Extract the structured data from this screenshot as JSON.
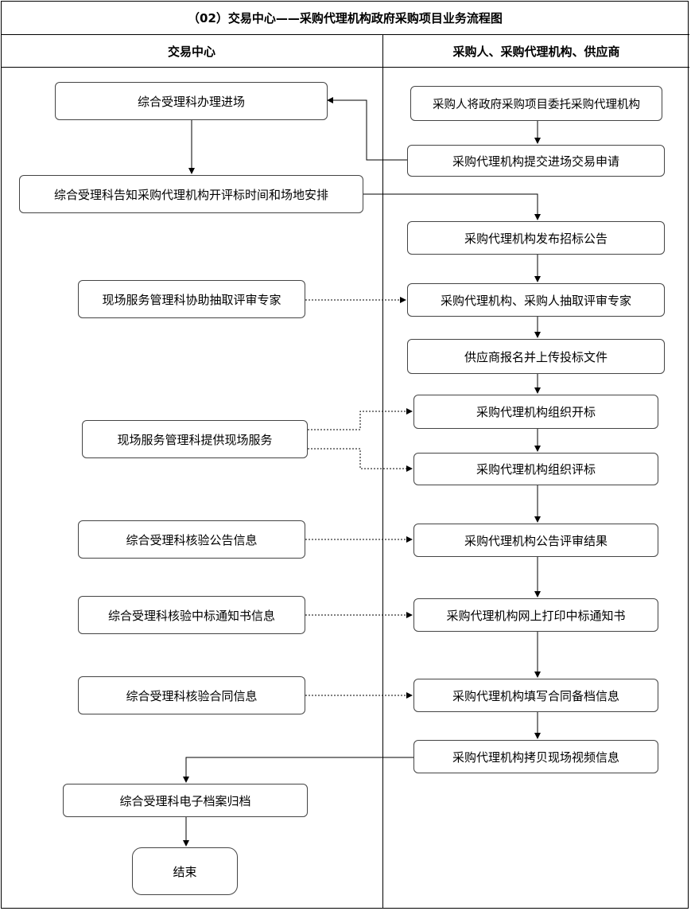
{
  "title": "（02）交易中心——采购代理机构政府采购项目业务流程图",
  "lanes": {
    "left": "交易中心",
    "right": "采购人、采购代理机构、供应商"
  },
  "nodes": {
    "l_entry": "综合受理科办理进场",
    "l_notify": "综合受理科告知采购代理机构开评标时间和场地安排",
    "l_assist_expert": "现场服务管理科协助抽取评审专家",
    "l_onsite_service": "现场服务管理科提供现场服务",
    "l_verify_notice": "综合受理科核验公告信息",
    "l_verify_award": "综合受理科核验中标通知书信息",
    "l_verify_contract": "综合受理科核验合同信息",
    "l_archive": "综合受理科电子档案归档",
    "l_end": "结束",
    "r_entrust": "采购人将政府采购项目委托采购代理机构",
    "r_apply": "采购代理机构提交进场交易申请",
    "r_publish": "采购代理机构发布招标公告",
    "r_draw_expert": "采购代理机构、采购人抽取评审专家",
    "r_bid_upload": "供应商报名并上传投标文件",
    "r_open_bid": "采购代理机构组织开标",
    "r_evaluate": "采购代理机构组织评标",
    "r_result": "采购代理机构公告评审结果",
    "r_print_award": "采购代理机构网上打印中标通知书",
    "r_contract": "采购代理机构填写合同备档信息",
    "r_copy_video": "采购代理机构拷贝现场视频信息"
  }
}
